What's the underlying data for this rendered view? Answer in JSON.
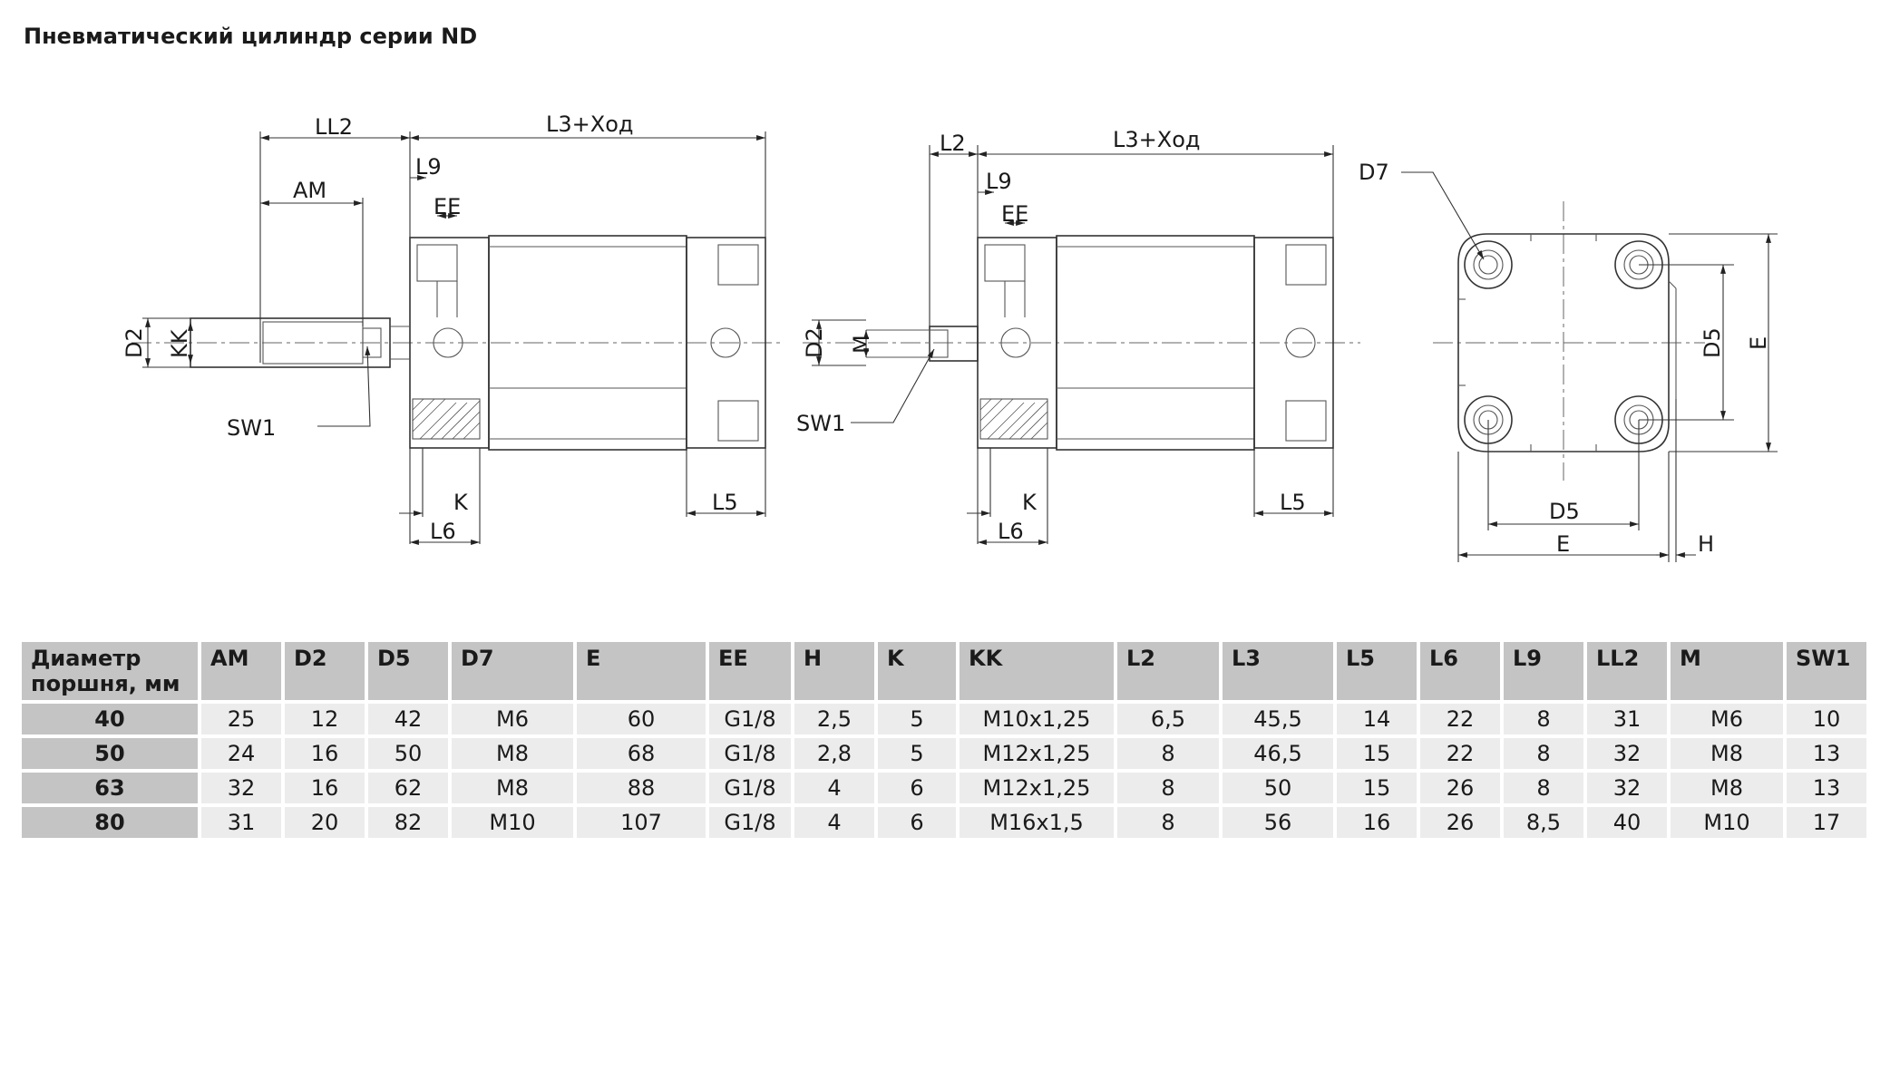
{
  "title": "Пневматический цилиндр серии ND",
  "drawing_labels": {
    "ll2": "LL2",
    "l3_stroke": "L3+Ход",
    "l9": "L9",
    "ee": "EE",
    "am": "AM",
    "d2": "D2",
    "kk": "KK",
    "sw1": "SW1",
    "k": "K",
    "l5": "L5",
    "l6": "L6",
    "l2": "L2",
    "m": "M",
    "d7": "D7",
    "d5": "D5",
    "e": "E",
    "h": "H"
  },
  "table": {
    "headers": [
      "Диаметр поршня, мм",
      "AM",
      "D2",
      "D5",
      "D7",
      "E",
      "EE",
      "H",
      "K",
      "KK",
      "L2",
      "L3",
      "L5",
      "L6",
      "L9",
      "LL2",
      "M",
      "SW1"
    ],
    "rows": [
      [
        "40",
        "25",
        "12",
        "42",
        "M6",
        "60",
        "G1/8",
        "2,5",
        "5",
        "M10x1,25",
        "6,5",
        "45,5",
        "14",
        "22",
        "8",
        "31",
        "M6",
        "10"
      ],
      [
        "50",
        "24",
        "16",
        "50",
        "M8",
        "68",
        "G1/8",
        "2,8",
        "5",
        "M12x1,25",
        "8",
        "46,5",
        "15",
        "22",
        "8",
        "32",
        "M8",
        "13"
      ],
      [
        "63",
        "32",
        "16",
        "62",
        "M8",
        "88",
        "G1/8",
        "4",
        "6",
        "M12x1,25",
        "8",
        "50",
        "15",
        "26",
        "8",
        "32",
        "M8",
        "13"
      ],
      [
        "80",
        "31",
        "20",
        "82",
        "M10",
        "107",
        "G1/8",
        "4",
        "6",
        "M16x1,5",
        "8",
        "56",
        "16",
        "26",
        "8,5",
        "40",
        "M10",
        "17"
      ]
    ]
  }
}
